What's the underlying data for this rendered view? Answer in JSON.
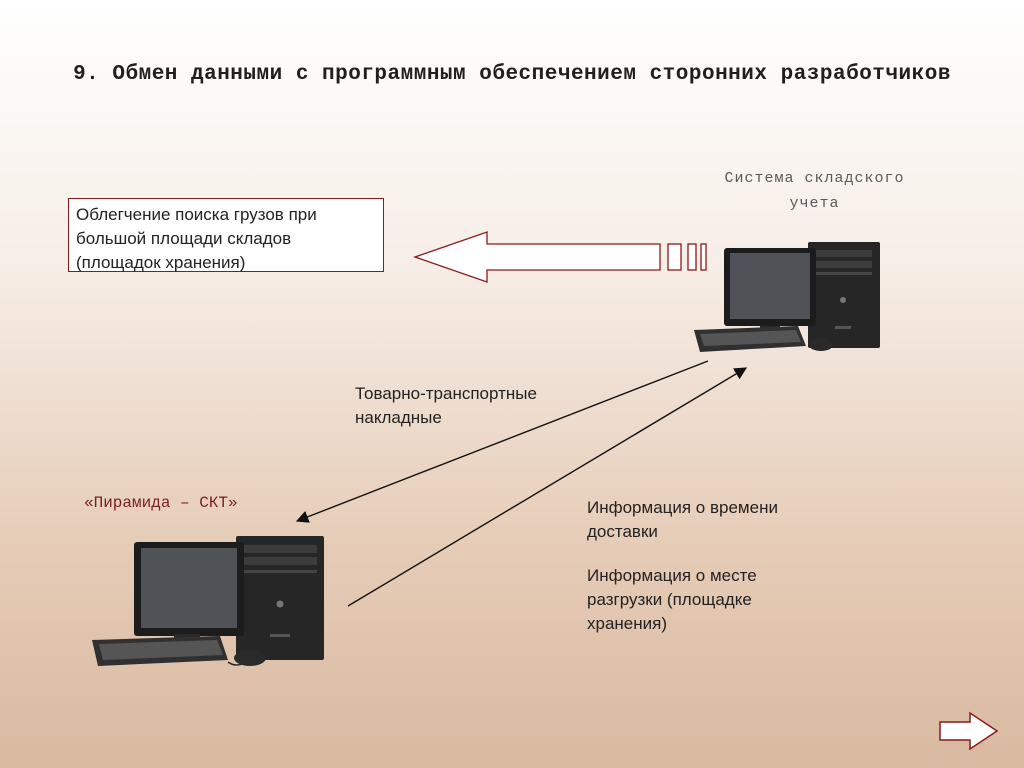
{
  "slide": {
    "title": "9. Обмен данными с программным обеспечением сторонних разработчиков"
  },
  "nodes": {
    "warehouse_system": {
      "label": "Система складского учета"
    },
    "pyramid_skt": {
      "label": "«Пирамида – СКТ»"
    }
  },
  "info_box": {
    "text": "Облегчение поиска грузов при большой площади складов (площадок хранения)"
  },
  "labels": {
    "waybills": "Товарно-транспортные накладные",
    "delivery_time": "Информация о времени доставки",
    "unload_place": "Информация о месте разгрузки (площадке хранения)"
  },
  "icons": [
    "computer-icon",
    "big-arrow-left-icon",
    "next-slide-arrow-icon"
  ],
  "colors": {
    "accent": "#8b1a1a",
    "arrow": "#1a1a1a"
  }
}
